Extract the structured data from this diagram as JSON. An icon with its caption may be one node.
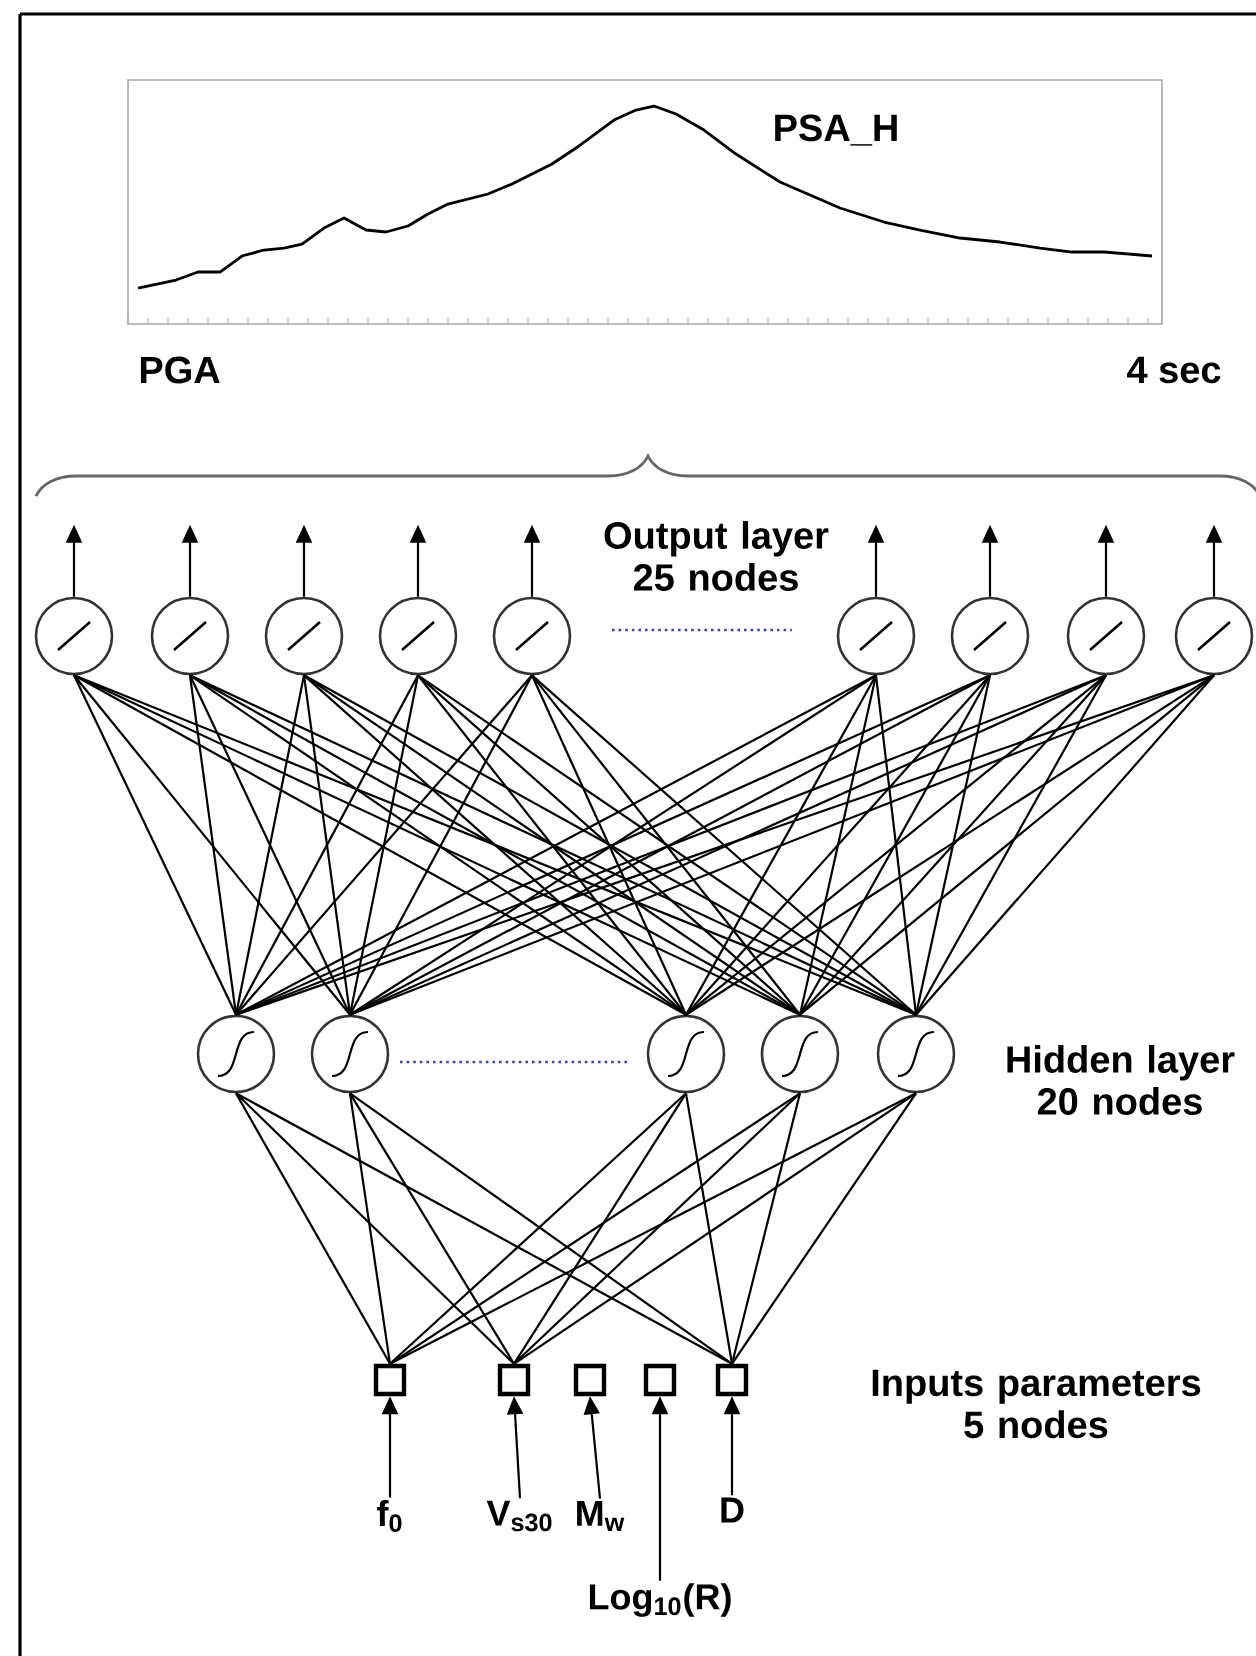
{
  "diagram": {
    "nodes": [
      {
        "text": [],
        "shape": "circle"
      },
      {
        "text": [],
        "shape": "circle"
      },
      {
        "text": [],
        "shape": "circle"
      },
      {
        "text": [],
        "shape": "circle"
      },
      {
        "text": [],
        "shape": "circle"
      },
      {
        "text": [],
        "shape": "circle"
      },
      {
        "text": [],
        "shape": "circle"
      },
      {
        "text": [],
        "shape": "circle"
      },
      {
        "text": [],
        "shape": "circle"
      },
      {
        "text": [],
        "shape": "circle"
      },
      {
        "text": [],
        "shape": "circle"
      },
      {
        "text": [],
        "shape": "circle"
      },
      {
        "text": [],
        "shape": "circle"
      },
      {
        "text": [],
        "shape": "circle"
      },
      {
        "text": [],
        "shape": "box"
      },
      {
        "text": [],
        "shape": "box"
      },
      {
        "text": [],
        "shape": "box"
      },
      {
        "text": [],
        "shape": "box"
      },
      {
        "text": [],
        "shape": "box"
      },
      {
        "text": [
          "f$_{0}$"
        ]
      },
      {
        "text": [
          "V$_{s30}$"
        ]
      },
      {
        "text": [
          "M$_{w}$"
        ]
      },
      {
        "text": [
          "Log$_{10}$(R)"
        ]
      },
      {
        "text": [
          "D"
        ]
      }
    ],
    "edges": [
      {
        "from": 0,
        "to": null,
        "arrow": "to"
      },
      {
        "from": 1,
        "to": null,
        "arrow": "to"
      },
      {
        "from": 2,
        "to": null,
        "arrow": "to"
      },
      {
        "from": 3,
        "to": null,
        "arrow": "to"
      },
      {
        "from": 4,
        "to": null,
        "arrow": "to"
      },
      {
        "from": 5,
        "to": null,
        "arrow": "to"
      },
      {
        "from": 6,
        "to": null,
        "arrow": "to"
      },
      {
        "from": 7,
        "to": null,
        "arrow": "to"
      },
      {
        "from": 8,
        "to": null,
        "arrow": "to"
      },
      {
        "from": 9,
        "to": 0,
        "arrow": "none"
      },
      {
        "from": 9,
        "to": 1,
        "arrow": "none"
      },
      {
        "from": 9,
        "to": 2,
        "arrow": "none"
      },
      {
        "from": 9,
        "to": 3,
        "arrow": "none"
      },
      {
        "from": 9,
        "to": 4,
        "arrow": "none"
      },
      {
        "from": 9,
        "to": 5,
        "arrow": "none"
      },
      {
        "from": 9,
        "to": 6,
        "arrow": "none"
      },
      {
        "from": 9,
        "to": 7,
        "arrow": "none"
      },
      {
        "from": 9,
        "to": 8,
        "arrow": "none"
      },
      {
        "from": 10,
        "to": 0,
        "arrow": "none"
      },
      {
        "from": 10,
        "to": 1,
        "arrow": "none"
      },
      {
        "from": 10,
        "to": 2,
        "arrow": "none"
      },
      {
        "from": 10,
        "to": 3,
        "arrow": "none"
      },
      {
        "from": 10,
        "to": 4,
        "arrow": "none"
      },
      {
        "from": 10,
        "to": 5,
        "arrow": "none"
      },
      {
        "from": 10,
        "to": 6,
        "arrow": "none"
      },
      {
        "from": 10,
        "to": 7,
        "arrow": "none"
      },
      {
        "from": 10,
        "to": 8,
        "arrow": "none"
      },
      {
        "from": 11,
        "to": 0,
        "arrow": "none"
      },
      {
        "from": 11,
        "to": 1,
        "arrow": "none"
      },
      {
        "from": 11,
        "to": 2,
        "arrow": "none"
      },
      {
        "from": 11,
        "to": 3,
        "arrow": "none"
      },
      {
        "from": 11,
        "to": 4,
        "arrow": "none"
      },
      {
        "from": 11,
        "to": 5,
        "arrow": "none"
      },
      {
        "from": 11,
        "to": 6,
        "arrow": "none"
      },
      {
        "from": 11,
        "to": 7,
        "arrow": "none"
      },
      {
        "from": 11,
        "to": 8,
        "arrow": "none"
      },
      {
        "from": 12,
        "to": 0,
        "arrow": "none"
      },
      {
        "from": 12,
        "to": 1,
        "arrow": "none"
      },
      {
        "from": 12,
        "to": 2,
        "arrow": "none"
      },
      {
        "from": 12,
        "to": 3,
        "arrow": "none"
      },
      {
        "from": 12,
        "to": 4,
        "arrow": "none"
      },
      {
        "from": 12,
        "to": 5,
        "arrow": "none"
      },
      {
        "from": 12,
        "to": 6,
        "arrow": "none"
      },
      {
        "from": 12,
        "to": 7,
        "arrow": "none"
      },
      {
        "from": 12,
        "to": 8,
        "arrow": "none"
      },
      {
        "from": 13,
        "to": 0,
        "arrow": "none"
      },
      {
        "from": 13,
        "to": 1,
        "arrow": "none"
      },
      {
        "from": 13,
        "to": 2,
        "arrow": "none"
      },
      {
        "from": 13,
        "to": 3,
        "arrow": "none"
      },
      {
        "from": 13,
        "to": 4,
        "arrow": "none"
      },
      {
        "from": 13,
        "to": 5,
        "arrow": "none"
      },
      {
        "from": 13,
        "to": 6,
        "arrow": "none"
      },
      {
        "from": 13,
        "to": 7,
        "arrow": "none"
      },
      {
        "from": 13,
        "to": 8,
        "arrow": "none"
      },
      {
        "from": 14,
        "to": 9,
        "arrow": "none"
      },
      {
        "from": 14,
        "to": 10,
        "arrow": "none"
      },
      {
        "from": 14,
        "to": 11,
        "arrow": "none"
      },
      {
        "from": 14,
        "to": 12,
        "arrow": "none"
      },
      {
        "from": 14,
        "to": 13,
        "arrow": "none"
      },
      {
        "from": 15,
        "to": 9,
        "arrow": "none"
      },
      {
        "from": 15,
        "to": 10,
        "arrow": "none"
      },
      {
        "from": 15,
        "to": 11,
        "arrow": "none"
      },
      {
        "from": 15,
        "to": 12,
        "arrow": "none"
      },
      {
        "from": 15,
        "to": 13,
        "arrow": "none"
      },
      {
        "from": 18,
        "to": 9,
        "arrow": "none"
      },
      {
        "from": 18,
        "to": 10,
        "arrow": "none"
      },
      {
        "from": 18,
        "to": 11,
        "arrow": "none"
      },
      {
        "from": 18,
        "to": 12,
        "arrow": "none"
      },
      {
        "from": 18,
        "to": 13,
        "arrow": "none"
      },
      {
        "from": 19,
        "to": 14,
        "arrow": "to"
      },
      {
        "from": 20,
        "to": 15,
        "arrow": "to"
      },
      {
        "from": 21,
        "to": 16,
        "arrow": "to"
      },
      {
        "from": 22,
        "to": 17,
        "arrow": "to"
      },
      {
        "from": 23,
        "to": 18,
        "arrow": "to"
      }
    ],
    "labels": [
      "PSA_H",
      "PGA",
      "4 sec",
      "Output layer 25 nodes",
      "Hidden layer 20 nodes",
      "Inputs parameters 5 nodes"
    ]
  }
}
